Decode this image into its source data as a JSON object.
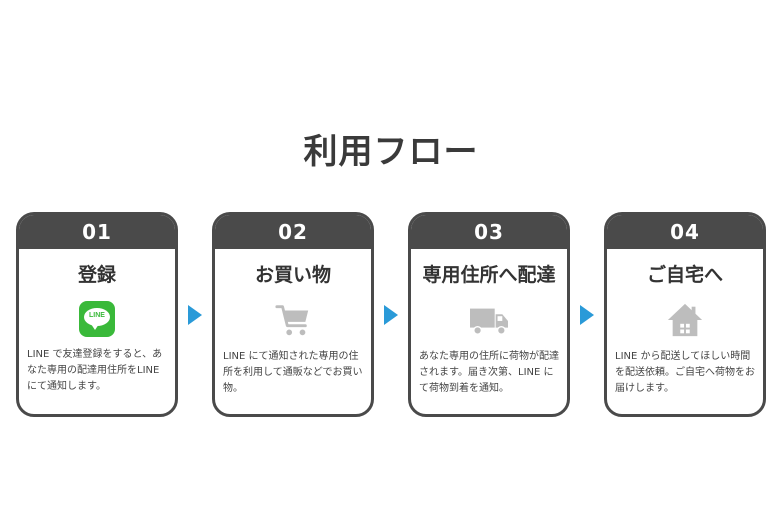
{
  "title": "利用フロー",
  "colors": {
    "card_border": "#4a4a4a",
    "arrow": "#2a9ad8",
    "line_green": "#3ab93a",
    "icon_gray": "#bdbdbd"
  },
  "steps": [
    {
      "number": "01",
      "title": "登録",
      "icon": "line-app-icon",
      "icon_text": "LINE",
      "desc": "LINE で友達登録をすると、あなた専用の配達用住所をLINE にて通知します。"
    },
    {
      "number": "02",
      "title": "お買い物",
      "icon": "shopping-cart-icon",
      "desc": "LINE にて通知された専用の住所を利用して通販などでお買い物。"
    },
    {
      "number": "03",
      "title": "専用住所へ配達",
      "icon": "delivery-truck-icon",
      "desc": "あなた専用の住所に荷物が配達されます。届き次第、LINE にて荷物到着を通知。"
    },
    {
      "number": "04",
      "title": "ご自宅へ",
      "icon": "house-icon",
      "desc": "LINE から配送してほしい時間を配送依頼。ご自宅へ荷物をお届けします。"
    }
  ]
}
